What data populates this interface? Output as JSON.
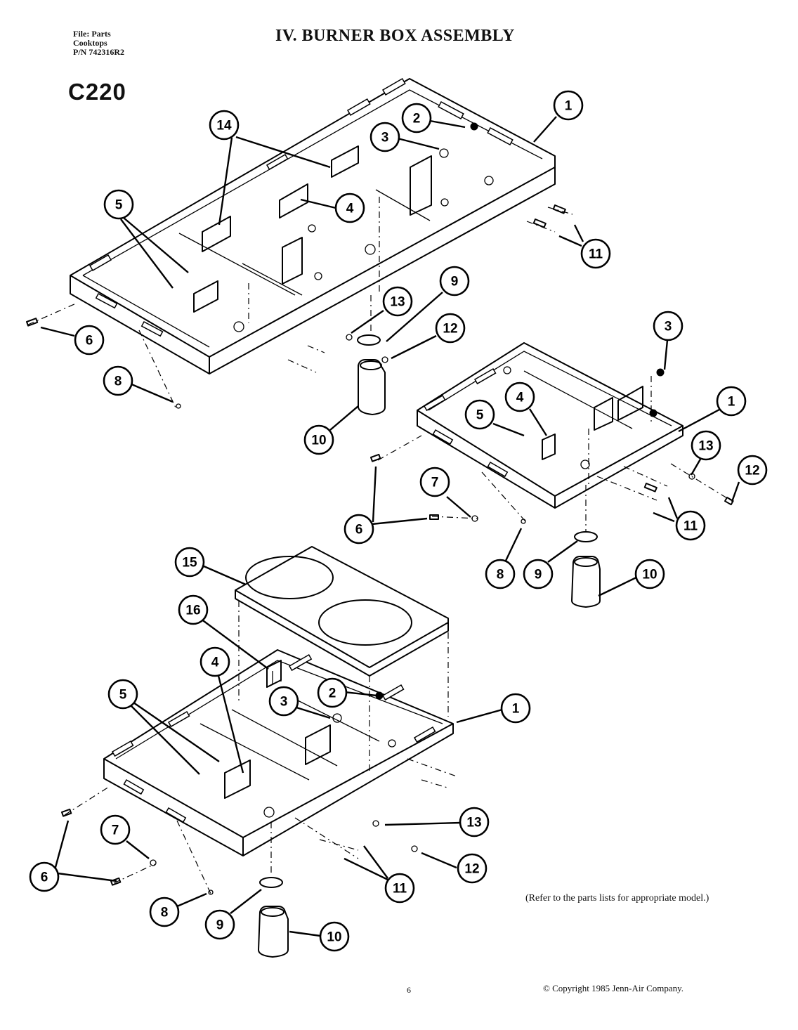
{
  "header": {
    "file_lines": [
      "File: Parts",
      "Cooktops",
      "P/N 742316R2"
    ],
    "title": "IV.  BURNER BOX ASSEMBLY",
    "model": "C220"
  },
  "diagram": {
    "assemblies": [
      {
        "name": "upper-burner-box",
        "callouts": [
          "1",
          "2",
          "3",
          "4",
          "5",
          "6",
          "8",
          "9",
          "10",
          "11",
          "12",
          "13",
          "14"
        ]
      },
      {
        "name": "middle-burner-box",
        "callouts": [
          "1",
          "3",
          "4",
          "5",
          "6",
          "7",
          "8",
          "9",
          "10",
          "11",
          "12",
          "13"
        ]
      },
      {
        "name": "lower-burner-box",
        "callouts": [
          "1",
          "2",
          "3",
          "4",
          "5",
          "6",
          "7",
          "8",
          "9",
          "10",
          "11",
          "12",
          "13",
          "15",
          "16"
        ]
      }
    ]
  },
  "footer": {
    "note": "(Refer to the parts lists for appropriate model.)",
    "page_number": "6",
    "copyright": "© Copyright 1985 Jenn-Air Company."
  }
}
